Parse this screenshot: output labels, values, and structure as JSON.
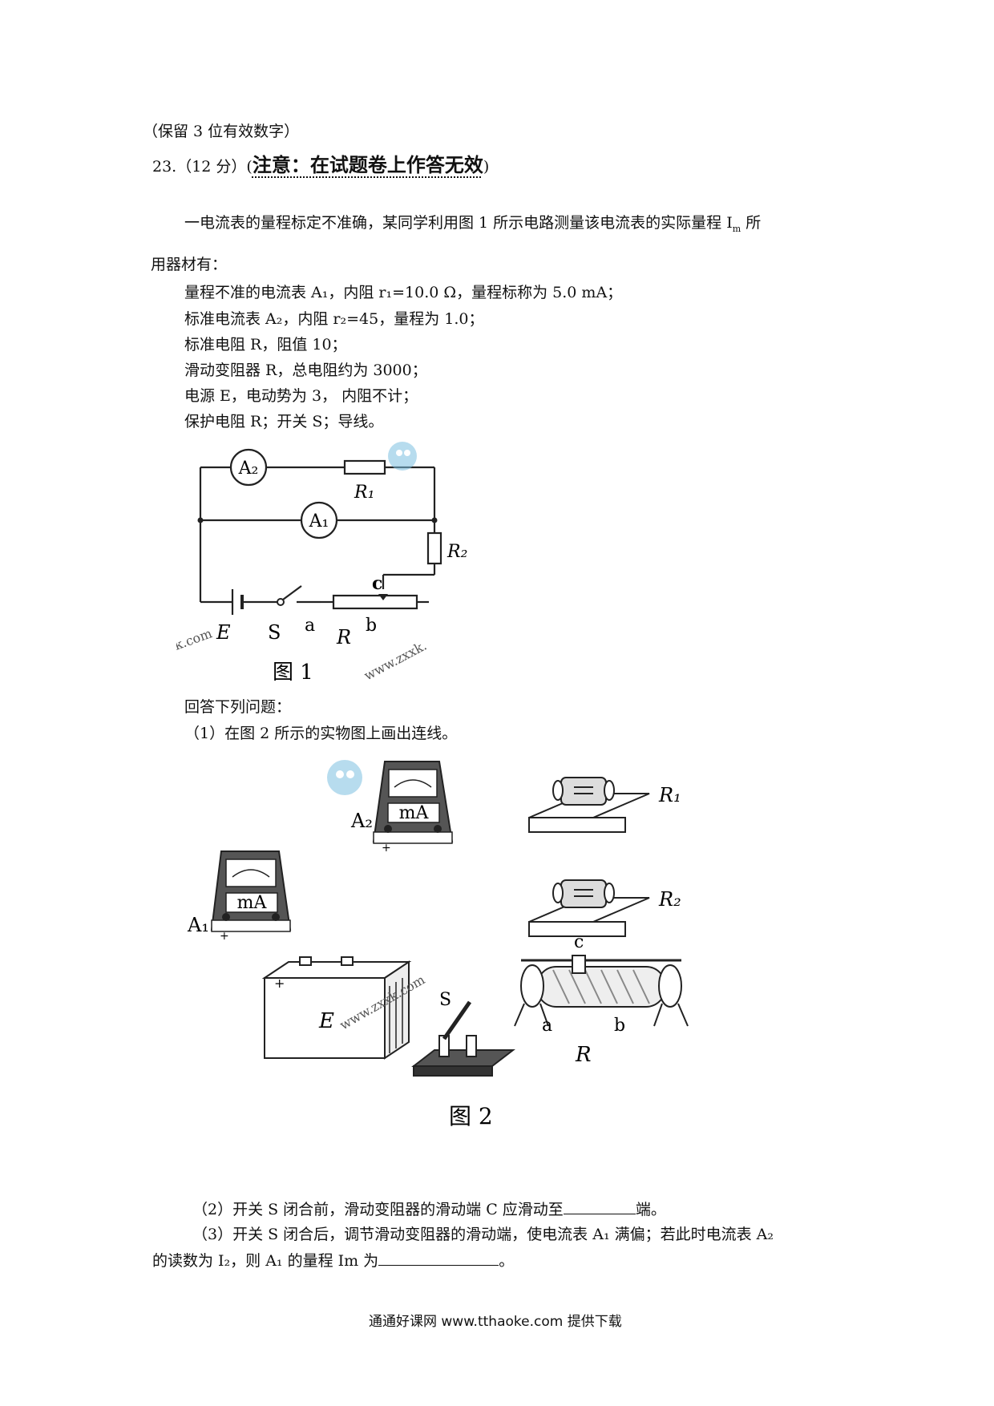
{
  "lines": {
    "l0": "（保留 3 位有效数字）",
    "q_prefix": "23.（12 分）(",
    "q_note": "注意：在试题卷上作答无效",
    "q_suffix": ")",
    "intro1": "一电流表的量程标定不准确，某同学利用图 1 所示电路测量该电流表的实际量程 I",
    "intro1_sub": "m",
    "intro1_end": " 所",
    "intro2": "用器材有：",
    "item1": "量程不准的电流表 A₁，内阻 r₁=10.0 Ω，量程标称为 5.0 mA；",
    "item2": "标准电流表 A₂，内阻 r₂=45，量程为 1.0；",
    "item3": "标准电阻 R，阻值 10；",
    "item4": "滑动变阻器 R，总电阻约为 3000；",
    "item5": "电源 E，电动势为 3，  内阻不计；",
    "item6": "保护电阻 R；开关 S；导线。",
    "answer_head": "回答下列问题：",
    "sub1": "（1）在图 2 所示的实物图上画出连线。",
    "sub2_a": "（2）开关 S 闭合前，滑动变阻器的滑动端 C 应滑动至",
    "sub2_b": "端。",
    "sub3_a": "（3）开关 S 闭合后，调节滑动变阻器的滑动端，使电流表 A₁ 满偏；若此时电流表 A₂",
    "sub3_b": "的读数为 I₂，则 A₁ 的量程 Im 为",
    "sub3_c": "。",
    "footer": "通通好课网  www.tthaoke.com  提供下载"
  },
  "fig1": {
    "caption": "图 1",
    "A2": "A₂",
    "A1": "A₁",
    "R1": "R₁",
    "R2": "R₂",
    "c": "c",
    "E": "E",
    "S": "S",
    "a": "a",
    "R": "R",
    "b": "b",
    "wm1": "k.com",
    "wm2": "www.zxxk."
  },
  "fig2": {
    "caption": "图 2",
    "A2": "A₂",
    "A1": "A₁",
    "mA1": "mA",
    "mA2": "mA",
    "R1": "R₁",
    "R2": "R₂",
    "E": "E",
    "S": "S",
    "c": "c",
    "a": "a",
    "b": "b",
    "R": "R",
    "plus1": "+",
    "plus2": "+",
    "plus3": "+",
    "wm1": "www.zxxk.com"
  }
}
